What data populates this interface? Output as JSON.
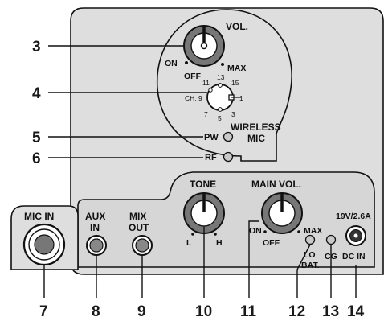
{
  "panel": {
    "vol_label": "VOL.",
    "vol_on": "ON",
    "vol_off": "OFF",
    "vol_max": "MAX",
    "channel_prefix": "CH. 9",
    "channel_numbers": [
      "11",
      "13",
      "15",
      "1",
      "3",
      "5",
      "7"
    ],
    "wireless_mic": [
      "WIRELESS",
      "MIC"
    ],
    "pw": "PW",
    "rf": "RF",
    "tone": "TONE",
    "tone_l": "L",
    "tone_h": "H",
    "main_vol": "MAIN VOL.",
    "main_on": "ON",
    "main_off": "OFF",
    "main_max": "MAX",
    "lo_bat": [
      "LO",
      "BAT."
    ],
    "cg": "CG",
    "dc_rating": "19V/2.6A",
    "dc_in": "DC IN",
    "mic_in": "MIC IN",
    "aux_in": [
      "AUX",
      "IN"
    ],
    "mix_out": [
      "MIX",
      "OUT"
    ]
  },
  "callouts": [
    "3",
    "4",
    "5",
    "6",
    "7",
    "8",
    "9",
    "10",
    "11",
    "12",
    "13",
    "14"
  ]
}
